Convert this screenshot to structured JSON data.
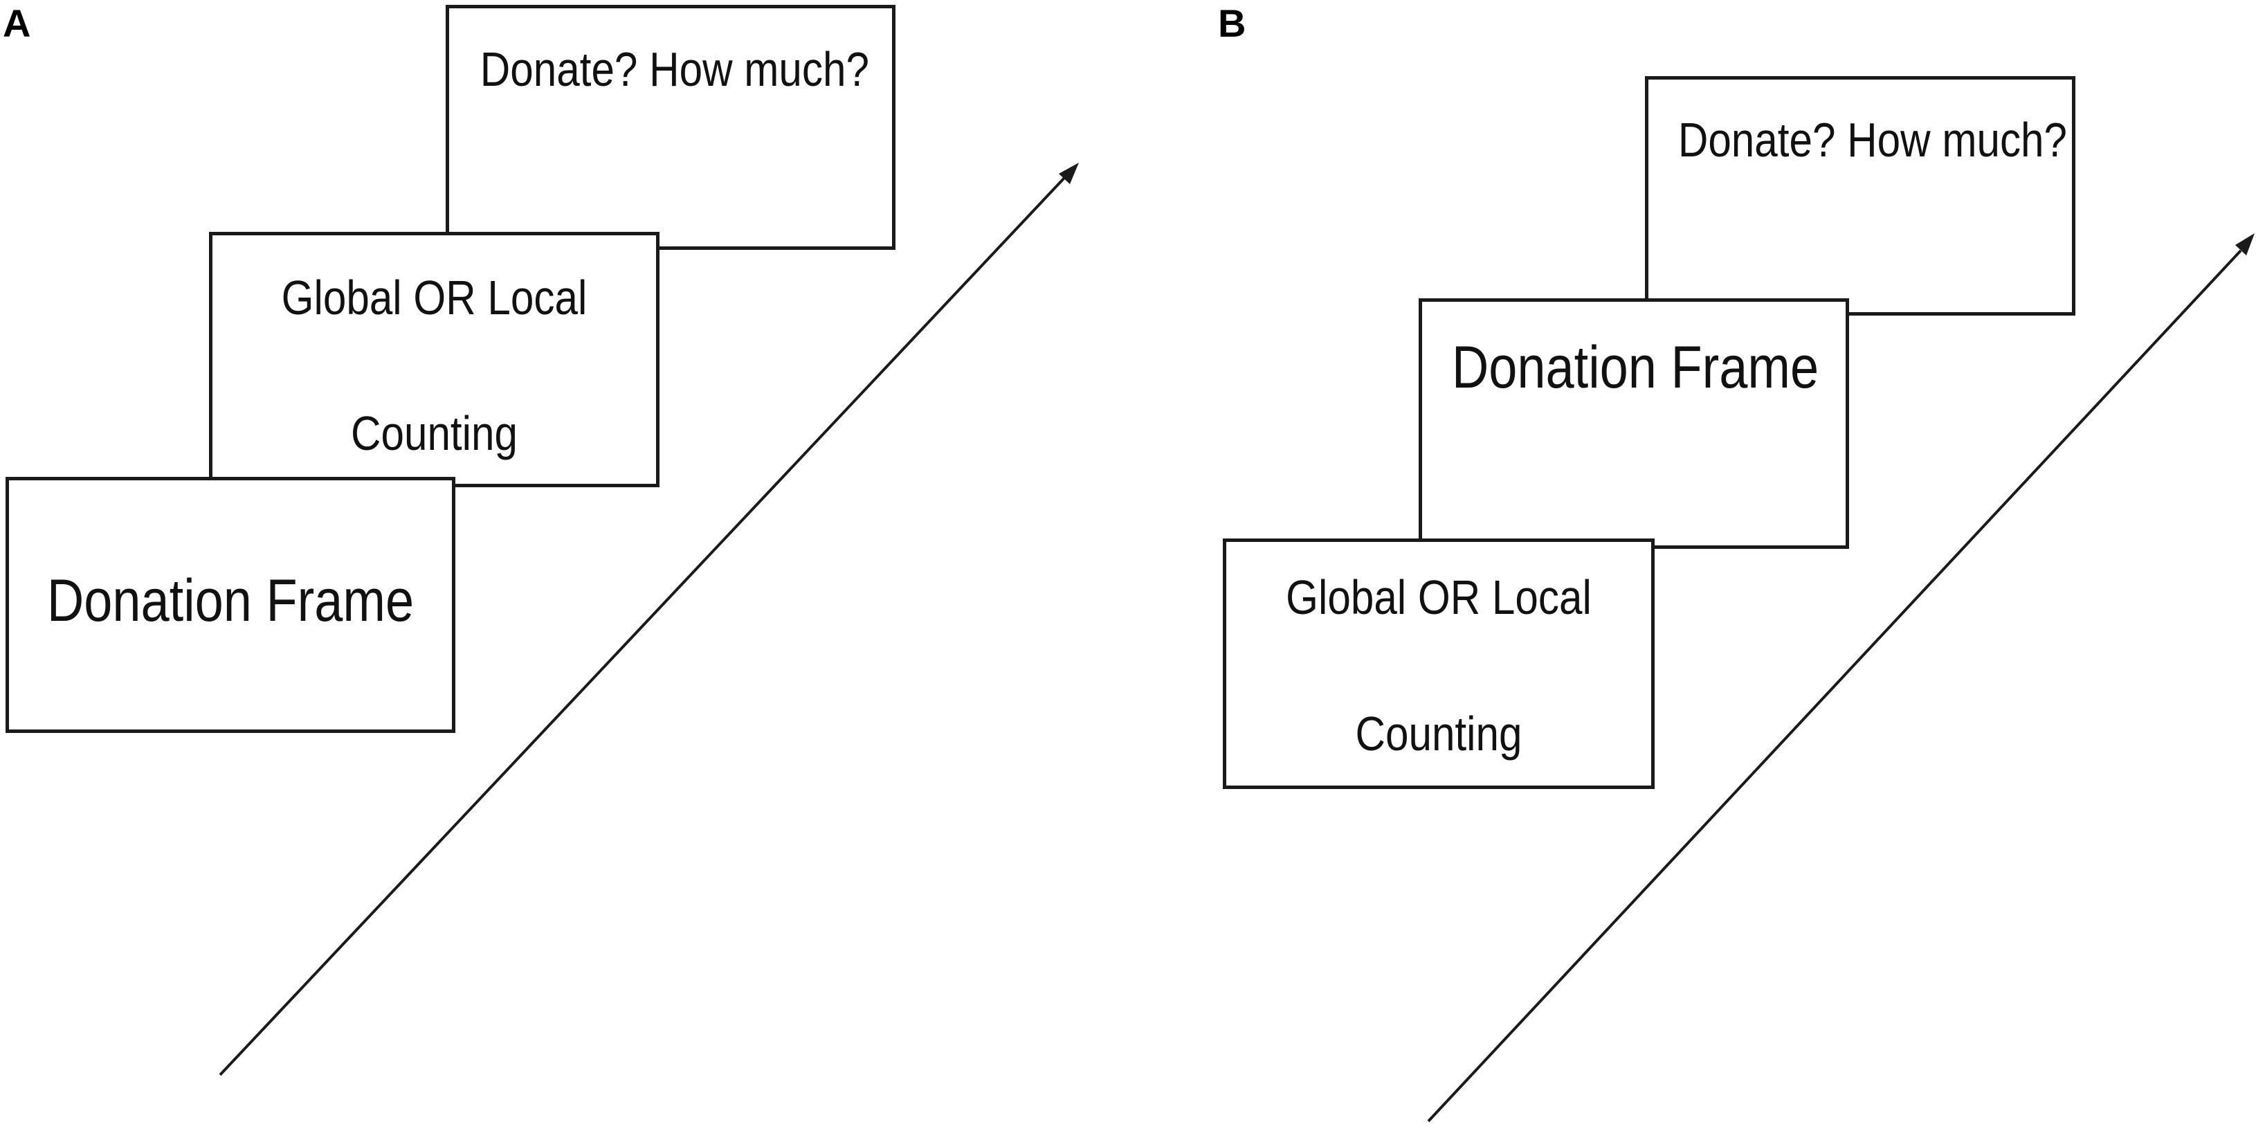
{
  "panels": [
    {
      "letter": "A",
      "boxes": [
        {
          "lines": [
            "Donate? How much?"
          ]
        },
        {
          "lines": [
            "Global OR Local",
            "Counting"
          ]
        },
        {
          "lines": [
            "Donation Frame"
          ]
        }
      ]
    },
    {
      "letter": "B",
      "boxes": [
        {
          "lines": [
            "Donate? How much?"
          ]
        },
        {
          "lines": [
            "Donation Frame"
          ]
        },
        {
          "lines": [
            "Global OR Local",
            "Counting"
          ]
        }
      ]
    }
  ],
  "colors": {
    "stroke": "#1a1a1a",
    "background": "#ffffff"
  },
  "icons": {
    "arrow": "time-arrow-icon"
  }
}
